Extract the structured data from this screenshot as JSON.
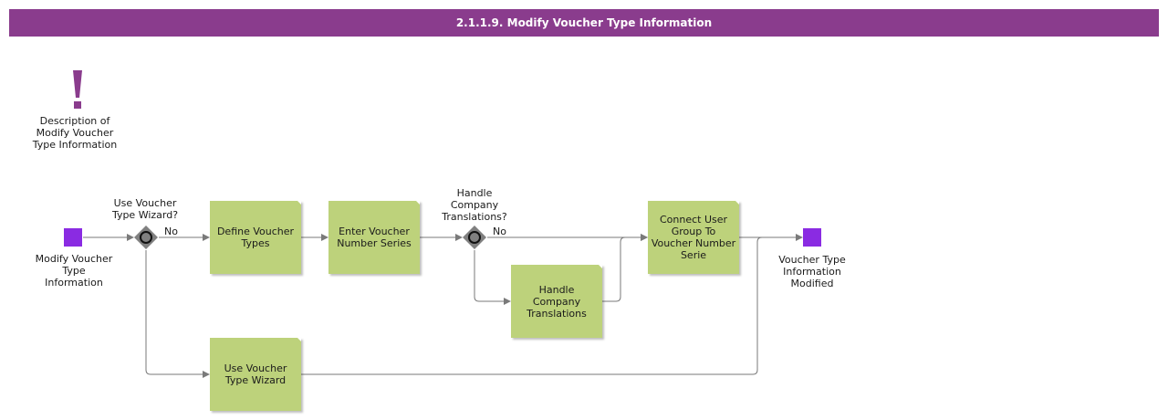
{
  "title": "2.1.1.9. Modify Voucher Type Information",
  "colors": {
    "header": "#8a3c8d",
    "task": "#bdd27b",
    "event": "#8a2be2",
    "gateway": "#808080",
    "connector": "#7a7a7a"
  },
  "note": {
    "icon": "exclamation-icon",
    "text": "Description of Modify Voucher Type Information"
  },
  "start_event": {
    "label": "Modify Voucher Type Information"
  },
  "end_event": {
    "label": "Voucher Type Information Modified"
  },
  "gateways": {
    "wizard": {
      "question": "Use Voucher Type Wizard?",
      "no_label": "No"
    },
    "translations": {
      "question": "Handle Company Translations?",
      "no_label": "No"
    }
  },
  "tasks": {
    "define_voucher_types": "Define Voucher Types",
    "enter_voucher_number_series": "Enter Voucher Number Series",
    "handle_company_translations": "Handle Company Translations",
    "connect_user_group": "Connect User Group To Voucher Number Serie",
    "use_voucher_type_wizard": "Use Voucher Type Wizard"
  }
}
